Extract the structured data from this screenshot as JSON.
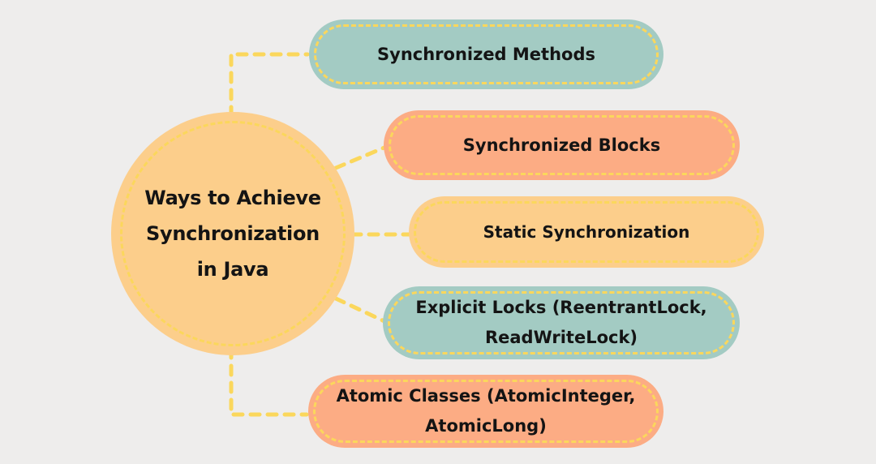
{
  "diagram": {
    "title": "Ways to Achieve Synchronization in Java",
    "center": {
      "label": "Ways to Achieve\nSynchronization\nin Java",
      "fill": "#FCCE8B"
    },
    "nodes": [
      {
        "label": "Synchronized Methods",
        "fill": "#A3CBC3"
      },
      {
        "label": "Synchronized Blocks",
        "fill": "#FCAC84"
      },
      {
        "label": "Static Synchronization",
        "fill": "#FCCE8B"
      },
      {
        "label": "Explicit Locks (ReentrantLock,\nReadWriteLock)",
        "fill": "#A3CBC3"
      },
      {
        "label": "Atomic Classes (AtomicInteger,\nAtomicLong)",
        "fill": "#FCAC84"
      }
    ],
    "colors": {
      "background": "#EEEDEC",
      "connector_dash": "#FBD75C",
      "text": "#141414"
    }
  }
}
